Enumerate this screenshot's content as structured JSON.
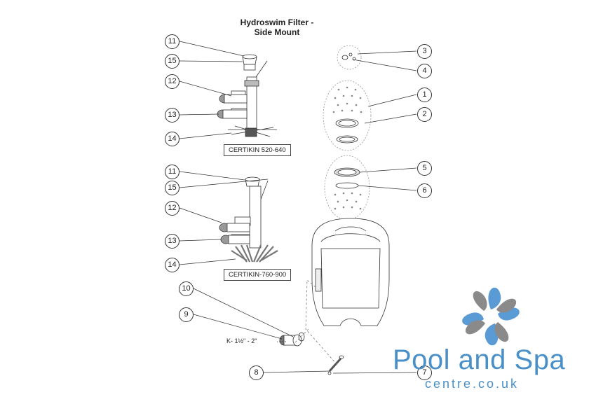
{
  "title": {
    "line1": "Hydroswim Filter -",
    "line2": "Side Mount"
  },
  "models": {
    "upper": "CERTIKIN 520-640",
    "lower": "CERTIKIN-760-900"
  },
  "connection_label": "K- 1½\" - 2\"",
  "callouts": {
    "upper_11": "11",
    "upper_15": "15",
    "upper_12": "12",
    "upper_13": "13",
    "upper_14": "14",
    "lower_11": "11",
    "lower_15": "15",
    "lower_12": "12",
    "lower_13": "13",
    "lower_14": "14",
    "c3": "3",
    "c4": "4",
    "c1": "1",
    "c2": "2",
    "c5": "5",
    "c6": "6",
    "c10": "10",
    "c9": "9",
    "c8": "8",
    "c7": "7"
  },
  "brand": {
    "name": "Pool and Spa",
    "domain": "centre.co.uk",
    "color": "#4a90c8",
    "logo_colors": [
      "#5b9bd5",
      "#8a8a8a"
    ]
  }
}
